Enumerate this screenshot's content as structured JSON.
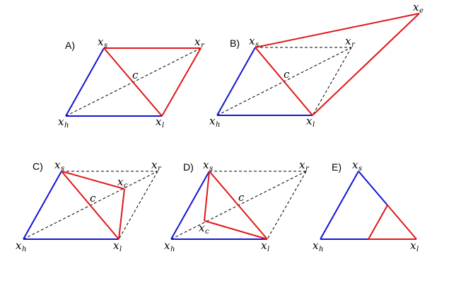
{
  "panels": {
    "A": {
      "label": "A)"
    },
    "B": {
      "label": "B)"
    },
    "C": {
      "label": "C)"
    },
    "D": {
      "label": "D)"
    },
    "E": {
      "label": "E)"
    }
  },
  "symbols": {
    "var": "x",
    "centroid": "c",
    "sub_s": "s",
    "sub_r": "r",
    "sub_h": "h",
    "sub_l": "l",
    "sub_e": "e",
    "sub_c": "c"
  },
  "colors": {
    "blue": "#1515d6",
    "red": "#e01818",
    "dashed": "#000000"
  }
}
